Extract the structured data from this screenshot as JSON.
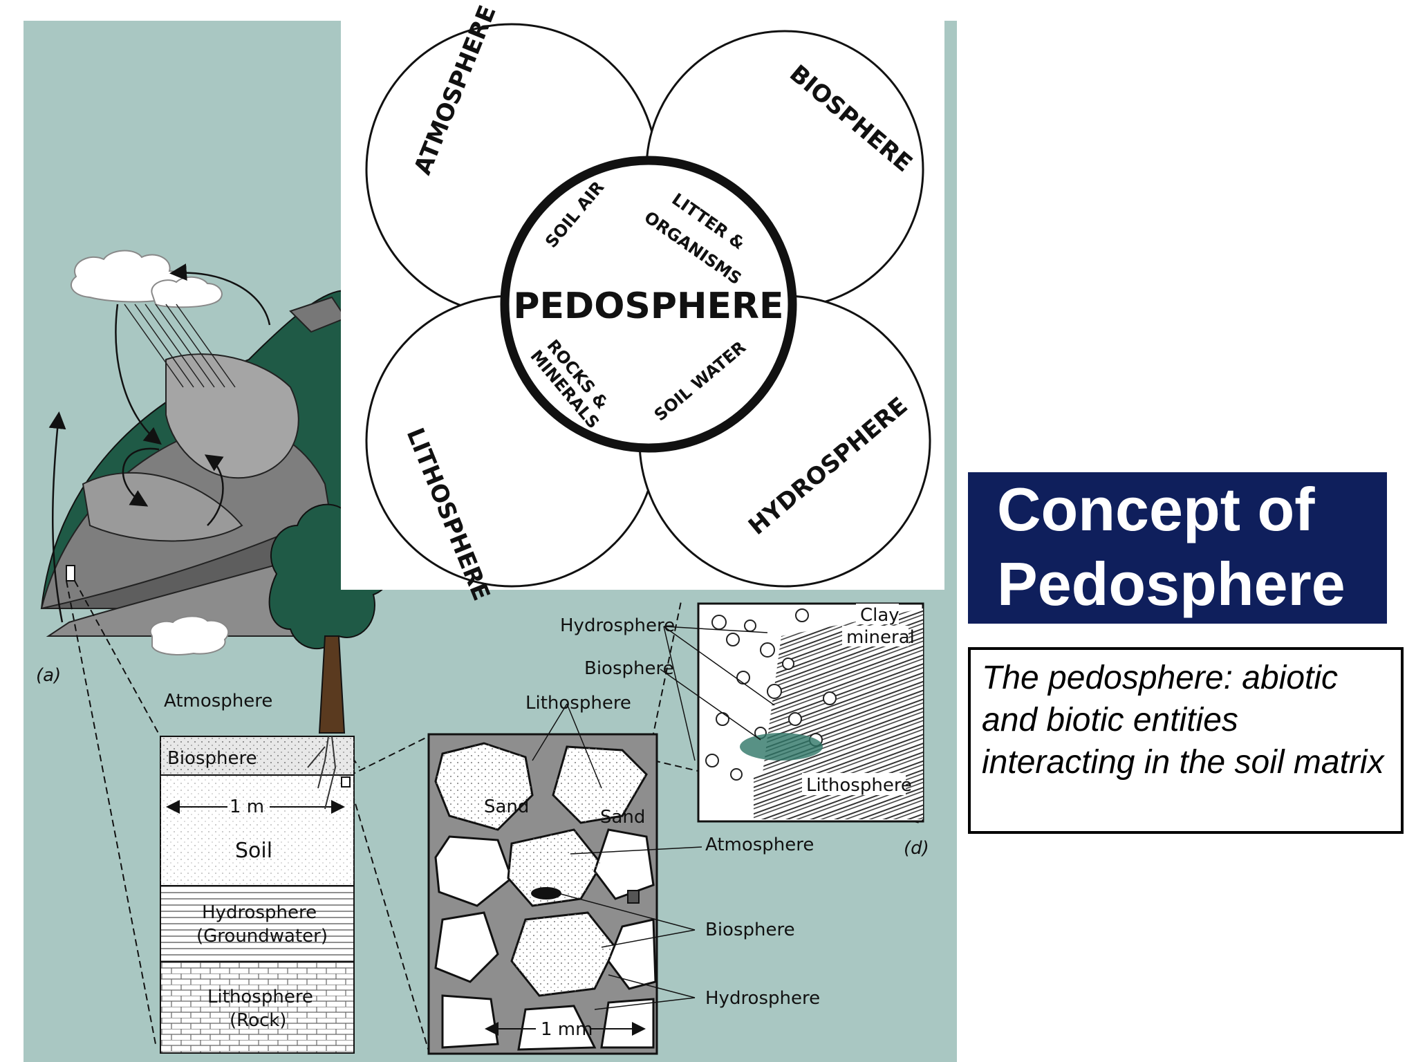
{
  "slide": {
    "title": "Concept of Pedosphere",
    "description": "The pedosphere: abiotic and biotic entities interacting in the soil matrix"
  },
  "pedosphere_diagram": {
    "center": "PEDOSPHERE",
    "spheres": {
      "top_left": "ATMOSPHERE",
      "top_right": "BIOSPHERE",
      "bottom_left": "LITHOSPHERE",
      "bottom_right": "HYDROSPHERE"
    },
    "components": {
      "soil_air": "SOIL AIR",
      "litter": "LITTER &",
      "organisms": "ORGANISMS",
      "rocks": "ROCKS &",
      "minerals": "MINERALS",
      "soil_water": "SOIL WATER"
    }
  },
  "landscape_figure": {
    "panel_a": "(a)",
    "panel_d": "(d)",
    "column": {
      "atmosphere": "Atmosphere",
      "biosphere": "Biosphere",
      "scale": "1 m",
      "soil": "Soil",
      "hydrosphere": "Hydrosphere",
      "groundwater": "(Groundwater)",
      "lithosphere": "Lithosphere",
      "rock": "(Rock)"
    },
    "pore_view": {
      "hydrosphere_top": "Hydrosphere",
      "biosphere_top": "Biosphere",
      "lithosphere": "Lithosphere",
      "sand_left": "Sand",
      "sand_right": "Sand",
      "atmosphere": "Atmosphere",
      "biosphere_bottom": "Biosphere",
      "hydrosphere_bottom": "Hydrosphere",
      "scale": "1 mm"
    },
    "micro_view": {
      "clay": "Clay",
      "mineral": "mineral",
      "lithosphere": "Lithosphere"
    }
  }
}
